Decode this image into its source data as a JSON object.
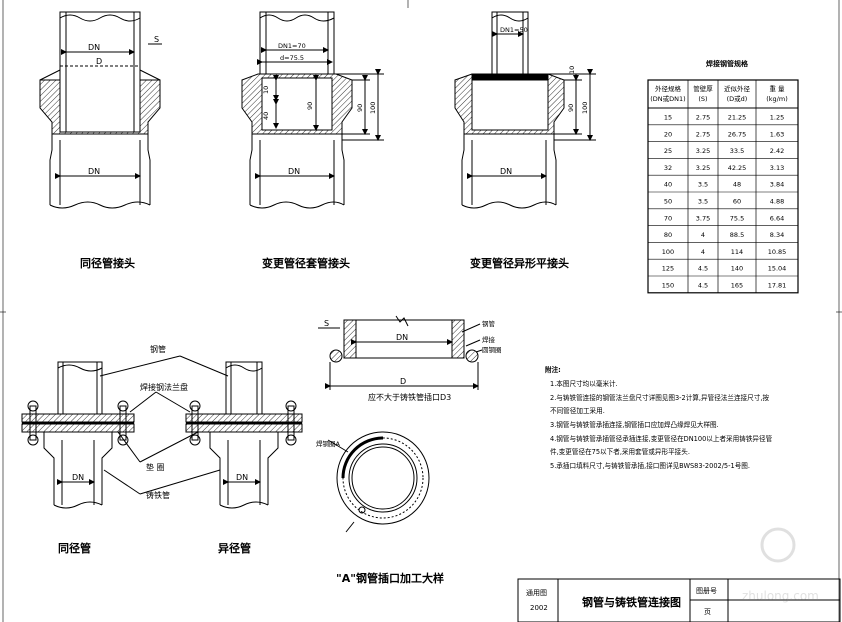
{
  "figure_captions": [
    "同径管接头",
    "变更管径套管接头",
    "变更管径异形平接头",
    "同径管",
    "异径管",
    "\"A\"钢管插口加工大样"
  ],
  "labels": {
    "dn": "DN",
    "s": "S",
    "d": "d",
    "D": "D",
    "dn70": "DN1=70",
    "d755": "d=75.5",
    "dn50": "DN1=50",
    "n10": "10",
    "n40": "40",
    "n90": "90",
    "n100": "100",
    "steel_pipe": "钢管",
    "weld": "焊接",
    "round_steel": "圆钢圈",
    "flange": "焊接钢法兰盘",
    "gasket": "垫 圈",
    "cast_pipe": "铸铁管",
    "socket_note": "应不大于铸铁管插口D3",
    "a_ring": "焊钢圈A"
  },
  "table": {
    "title": "焊接钢管规格",
    "headers": [
      [
        "外径规格",
        "(DN或DN1)"
      ],
      [
        "管壁厚",
        "(S)"
      ],
      [
        "近似外径",
        "(D或d)"
      ],
      [
        "重 量",
        "(kg/m)"
      ]
    ],
    "rows": [
      [
        "15",
        "2.75",
        "21.25",
        "1.25"
      ],
      [
        "20",
        "2.75",
        "26.75",
        "1.63"
      ],
      [
        "25",
        "3.25",
        "33.5",
        "2.42"
      ],
      [
        "32",
        "3.25",
        "42.25",
        "3.13"
      ],
      [
        "40",
        "3.5",
        "48",
        "3.84"
      ],
      [
        "50",
        "3.5",
        "60",
        "4.88"
      ],
      [
        "70",
        "3.75",
        "75.5",
        "6.64"
      ],
      [
        "80",
        "4",
        "88.5",
        "8.34"
      ],
      [
        "100",
        "4",
        "114",
        "10.85"
      ],
      [
        "125",
        "4.5",
        "140",
        "15.04"
      ],
      [
        "150",
        "4.5",
        "165",
        "17.81"
      ]
    ]
  },
  "notes": {
    "title": "附注:",
    "lines": [
      "1.本图尺寸均以毫米计.",
      "2.与铸铁管连接的钢管法兰盘尺寸详图见图3-2计算,异管径法兰连接尺寸,按",
      "  不同管径加工采用.",
      "3.钢管与铸铁管承插连接,钢管插口应加焊凸缘焊见大样图.",
      "4.钢管与铸铁管承插管径承插连接,变更管径在DN100以上者采用铸铁异径管",
      "  件,变更管径在75以下者,采用套管或异形平接头.",
      "5.承插口填料尺寸,与铸铁管承插,接口图详见BWS83-2002/5-1号图."
    ]
  },
  "title_block": {
    "left_top": "通用图",
    "left_bottom": "2002",
    "title": "钢管与铸铁管连接图",
    "right_label": "图册号",
    "page_label": "页"
  },
  "watermark": "zhulong.com"
}
